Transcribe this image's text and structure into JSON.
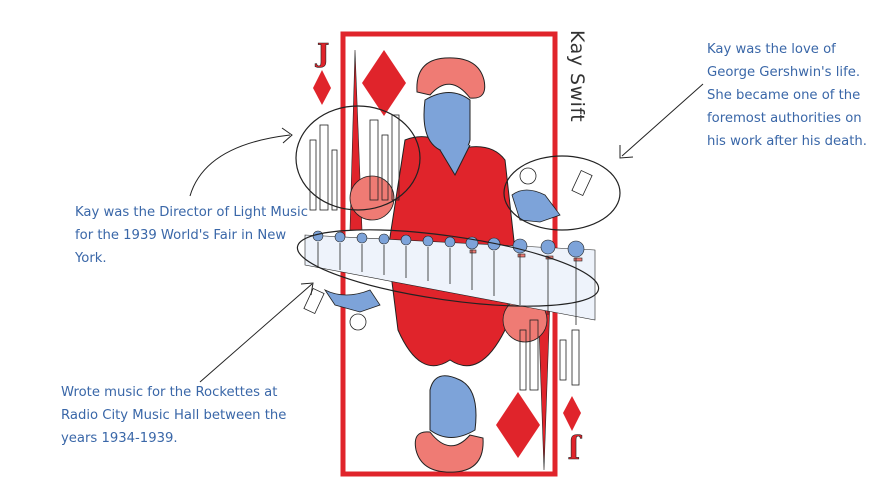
{
  "card": {
    "rank": "J",
    "title": "Kay Swift",
    "colors": {
      "red": "#e0242b",
      "salmon": "#ef7b74",
      "blue": "#7da3d9",
      "ink": "#1c1c1c"
    }
  },
  "notes": {
    "top_right": [
      "Kay was the love of",
      "George Gershwin's life.",
      "She became one of the",
      "foremost authorities on",
      "his work after his death."
    ],
    "middle_left": [
      "Kay was the Director of Light Music",
      "for the 1939 World's Fair in New",
      "York."
    ],
    "bottom_left": [
      "Wrote music for the Rockettes at",
      "Radio City Music Hall between the",
      "years 1934-1939."
    ]
  }
}
